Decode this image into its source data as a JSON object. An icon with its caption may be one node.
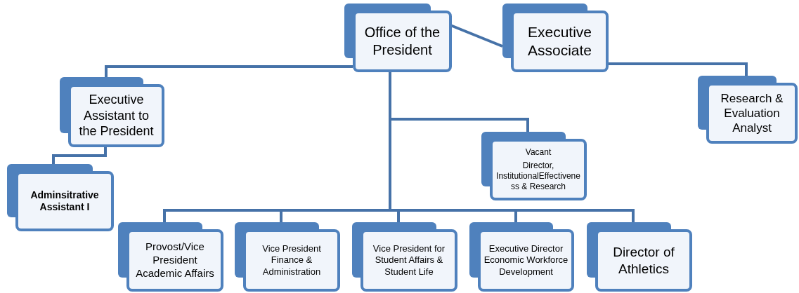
{
  "diagram": {
    "nodes": [
      {
        "text": [
          "Office of the President"
        ]
      },
      {
        "text": [
          "Executive Associate"
        ]
      },
      {
        "text": [
          "Executive Assistant to the President"
        ]
      },
      {
        "text": [
          "Adminsitrative Assistant I"
        ]
      },
      {
        "text": [
          "Research & Evaluation Analyst"
        ]
      },
      {
        "text": [
          "Vacant",
          "Director, InstitutionalEffectiveness & Research"
        ]
      },
      {
        "text": [
          "Provost/Vice President Academic Affairs"
        ]
      },
      {
        "text": [
          "Vice President Finance & Administration"
        ]
      },
      {
        "text": [
          "Vice President for Student Affairs & Student Life"
        ]
      },
      {
        "text": [
          "Executive Director Economic Workforce Development"
        ]
      },
      {
        "text": [
          "Director of Athletics"
        ]
      }
    ],
    "edges": [
      {
        "from": 0,
        "to": 1,
        "arrow": "none"
      },
      {
        "from": 0,
        "to": 2,
        "arrow": "none"
      },
      {
        "from": 0,
        "to": 5,
        "arrow": "none"
      },
      {
        "from": 0,
        "to": 6,
        "arrow": "none"
      },
      {
        "from": 0,
        "to": 7,
        "arrow": "none"
      },
      {
        "from": 0,
        "to": 8,
        "arrow": "none"
      },
      {
        "from": 0,
        "to": 9,
        "arrow": "none"
      },
      {
        "from": 0,
        "to": 10,
        "arrow": "none"
      },
      {
        "from": 2,
        "to": 3,
        "arrow": "none"
      },
      {
        "from": 1,
        "to": 4,
        "arrow": "none"
      }
    ]
  }
}
